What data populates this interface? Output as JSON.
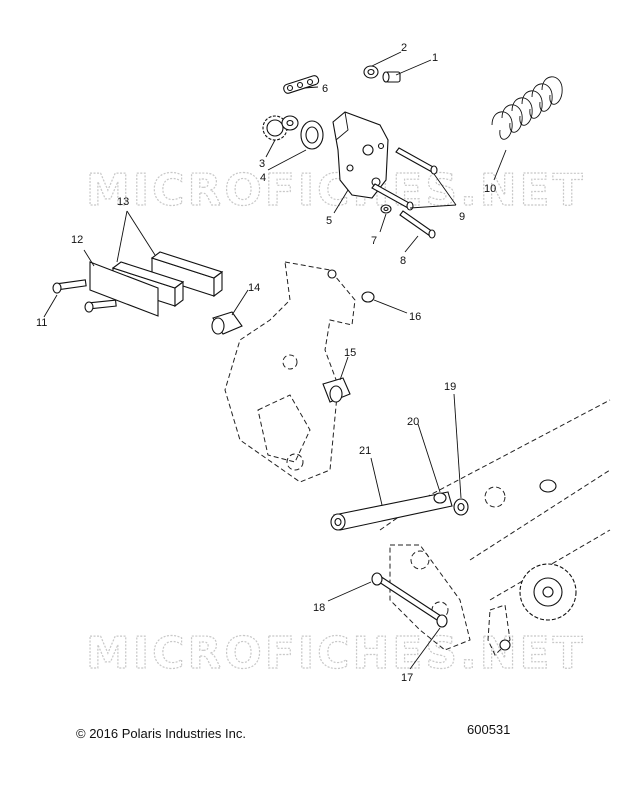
{
  "watermark": "MICROFICHES.NET",
  "copyright": "© 2016 Polaris Industries Inc.",
  "diagram_number": "600531",
  "callouts": {
    "c1": "1",
    "c2": "2",
    "c3": "3",
    "c4": "4",
    "c5": "5",
    "c6": "6",
    "c7": "7",
    "c8": "8",
    "c9": "9",
    "c10": "10",
    "c11": "11",
    "c12": "12",
    "c13": "13",
    "c14": "14",
    "c15": "15",
    "c16": "16",
    "c17": "17",
    "c18": "18",
    "c19": "19",
    "c20": "20",
    "c21": "21"
  }
}
